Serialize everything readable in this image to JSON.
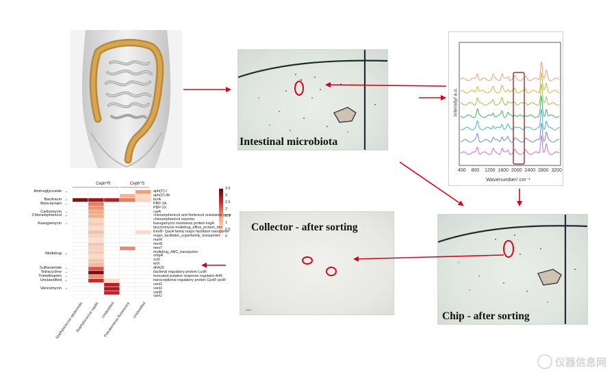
{
  "panels": {
    "microbiota_caption": "Intestinal microbiota",
    "collector_caption": "Collector - after sorting",
    "chip_caption": "Chip - after sorting"
  },
  "spectrum": {
    "xlabel": "Wavenumber/ cm⁻¹",
    "ylabel": "Intensity/ a.u.",
    "ticks": [
      "400",
      "800",
      "1200",
      "1600",
      "2000",
      "2400",
      "2800",
      "3200"
    ],
    "colors": [
      "#e8a07a",
      "#d8b038",
      "#9cc040",
      "#3cb066",
      "#40b8c0",
      "#6a88d8",
      "#c070d0"
    ]
  },
  "heatmap": {
    "group_labels": [
      "Ceph^R",
      "Ceph^S"
    ],
    "classes": [
      "Aminoglycoside",
      "Bacitracin",
      "Beta-lactam",
      "Carbomycin",
      "Chloramphenicol",
      "Kasugamycin",
      "Multidrug",
      "Sulfonamide",
      "Tetracycline",
      "Trimethoprim",
      "Unclassified",
      "Vancomycin"
    ],
    "genes": [
      "aph(3')-I",
      "aph(3')-IIb",
      "bcrA",
      "PBP-1A",
      "PBP-2X",
      "carA",
      "chloramphenicol and florfenicol resistance gene",
      "chloramphenicol exporter",
      "kasugamycin resistance protein ksgA",
      "bicyclomycin-multidrug_efflux_protein_bcr",
      "EmrB- QacA family major facilitator transporter",
      "major_facilitator_superfamily_transporter",
      "marR",
      "mexE",
      "mexT",
      "multidrug_ABC_transporter",
      "ompR",
      "sul2",
      "tetX",
      "dfrA20",
      "bacterial regulatory protein LuxR",
      "truncated putative response regulator ArlR",
      "transcriptional regulatory protein CpxR cpxR",
      "vanG",
      "vanH",
      "vanR",
      "vanU"
    ],
    "columns": [
      "Staphylococcus epidermidis",
      "Staphylococcus capitis",
      "Unidentified",
      "Pseudomonas fluorescens",
      "Unidentified"
    ],
    "legend_ticks": [
      "3.5",
      "3",
      "2.5",
      "2",
      "1.5",
      "1",
      "0.5",
      "0"
    ],
    "cells": [
      [
        0,
        0,
        0,
        0,
        1.5
      ],
      [
        0,
        0,
        0,
        1.2,
        0.5
      ],
      [
        3.2,
        3.0,
        2.8,
        1.8,
        0.6
      ],
      [
        0,
        1.8,
        0,
        0,
        0
      ],
      [
        0,
        1.6,
        0,
        0,
        0
      ],
      [
        0,
        1.4,
        0,
        0,
        0
      ],
      [
        0,
        1.3,
        0,
        0,
        0
      ],
      [
        0,
        0.6,
        0,
        0,
        0
      ],
      [
        0,
        0.8,
        0,
        0,
        0
      ],
      [
        0,
        0.5,
        0,
        0,
        0
      ],
      [
        0,
        1.0,
        0,
        0,
        0.5
      ],
      [
        0,
        0.6,
        0,
        0,
        0
      ],
      [
        0,
        0.4,
        0,
        0,
        0
      ],
      [
        0,
        0.9,
        0,
        0,
        0
      ],
      [
        0,
        0.7,
        0,
        1.7,
        0
      ],
      [
        0,
        0.8,
        0,
        0,
        0
      ],
      [
        0,
        0.5,
        0,
        0,
        0
      ],
      [
        0,
        0.9,
        0,
        0,
        0
      ],
      [
        0,
        1.1,
        0,
        0,
        0
      ],
      [
        0,
        2.2,
        0,
        0,
        0
      ],
      [
        0,
        3.3,
        0,
        0,
        0
      ],
      [
        0,
        1.6,
        0,
        0,
        0
      ],
      [
        0,
        2.6,
        0.5,
        0,
        0
      ],
      [
        0,
        0,
        2.8,
        0,
        0
      ],
      [
        0,
        0,
        2.9,
        0,
        0
      ],
      [
        0,
        0,
        2.7,
        0,
        0
      ],
      [
        0,
        0,
        0,
        0,
        0
      ]
    ]
  },
  "watermark": "仪器信息网"
}
